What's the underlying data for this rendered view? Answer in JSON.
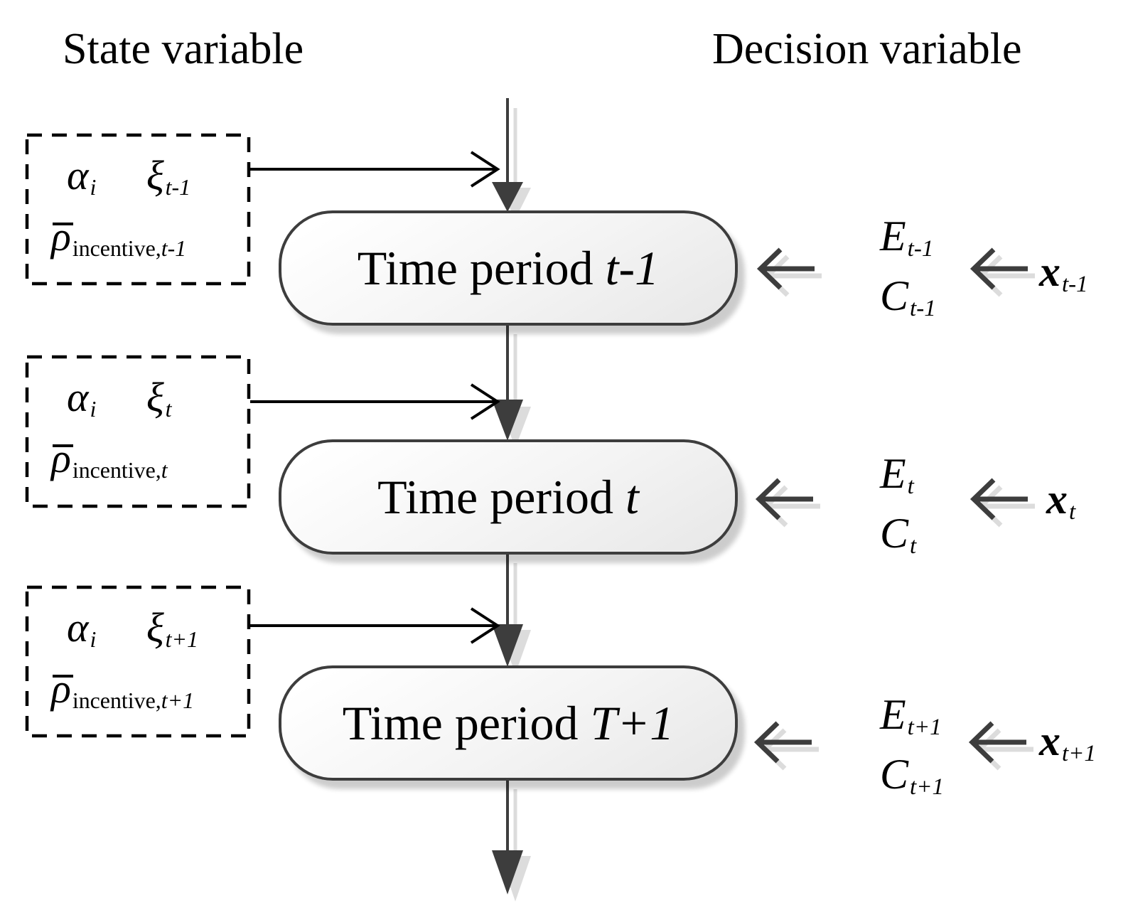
{
  "colors": {
    "background": "#ffffff",
    "ink": "#000000",
    "arrow_dark": "#3d3d3d",
    "box_border": "#3d3d3d",
    "box_fill_top": "#ffffff",
    "box_fill_bottom": "#e7e7e7",
    "shadow": "#dcdcdc"
  },
  "headers": {
    "state": "State variable",
    "decision": "Decision variable"
  },
  "state_boxes": [
    {
      "alpha": "α",
      "alpha_sub": "i",
      "xi": "ξ",
      "xi_sub": "t-1",
      "rho": "ρ",
      "rho_sub_word": "incentive,",
      "rho_sub_index": "t-1"
    },
    {
      "alpha": "α",
      "alpha_sub": "i",
      "xi": "ξ",
      "xi_sub": "t",
      "rho": "ρ",
      "rho_sub_word": "incentive,",
      "rho_sub_index": "t"
    },
    {
      "alpha": "α",
      "alpha_sub": "i",
      "xi": "ξ",
      "xi_sub": "t+1",
      "rho": "ρ",
      "rho_sub_word": "incentive,",
      "rho_sub_index": "t+1"
    }
  ],
  "time_boxes": [
    {
      "prefix": "Time period",
      "index": "t-1"
    },
    {
      "prefix": "Time period",
      "index": "t"
    },
    {
      "prefix": "Time period",
      "index": "T+1"
    }
  ],
  "decisions": [
    {
      "E": "E",
      "E_sub": "t-1",
      "C": "C",
      "C_sub": "t-1",
      "x": "x",
      "x_sub": "t-1"
    },
    {
      "E": "E",
      "E_sub": "t",
      "C": "C",
      "C_sub": "t",
      "x": "x",
      "x_sub": "t"
    },
    {
      "E": "E",
      "E_sub": "t+1",
      "C": "C",
      "C_sub": "t+1",
      "x": "x",
      "x_sub": "t+1"
    }
  ]
}
